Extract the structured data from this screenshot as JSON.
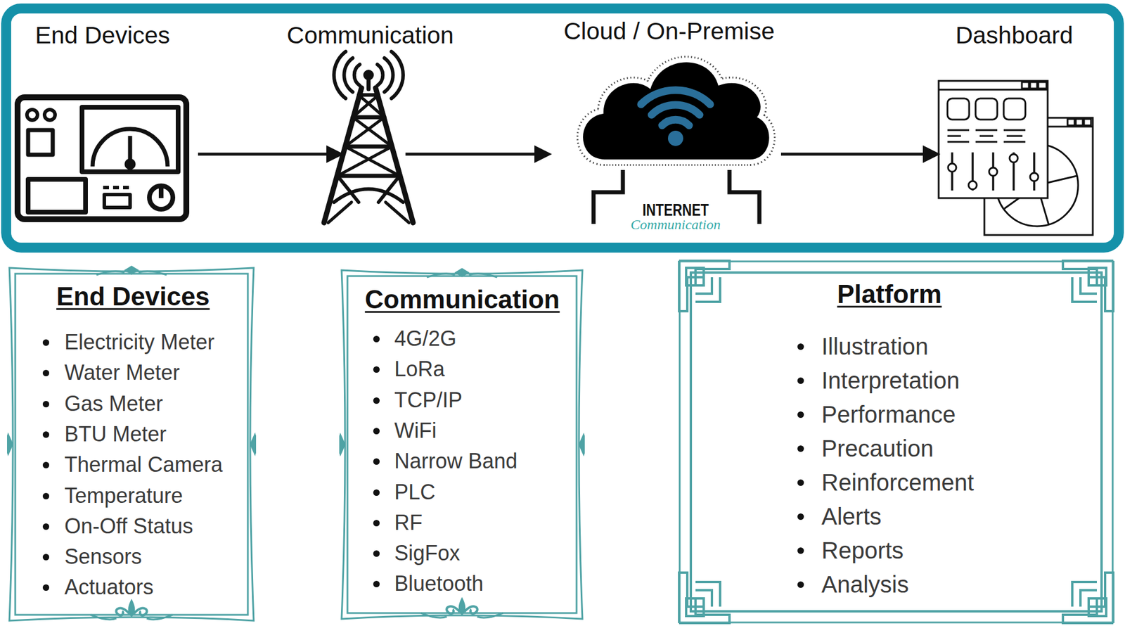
{
  "diagram": {
    "nodes": [
      {
        "text": [
          "End Devices"
        ]
      },
      {
        "text": [
          "Communication"
        ]
      },
      {
        "text": [
          "Cloud / On-Premise",
          "INTERNET",
          "Communication"
        ]
      },
      {
        "text": [
          "Dashboard"
        ]
      },
      {
        "text": [
          "End Devices",
          "Electricity Meter",
          "Water Meter",
          "Gas Meter",
          "BTU Meter",
          "Thermal Camera",
          "Temperature",
          "On-Off Status",
          "Sensors",
          "Actuators"
        ]
      },
      {
        "text": [
          "Communication",
          "4G/2G",
          "LoRa",
          "TCP/IP",
          "WiFi",
          "Narrow Band",
          "PLC",
          "RF",
          "SigFox",
          "Bluetooth"
        ]
      },
      {
        "text": [
          "Platform",
          "Illustration",
          "Interpretation",
          "Performance",
          "Precaution",
          "Reinforcement",
          "Alerts",
          "Reports",
          "Analysis"
        ]
      }
    ],
    "edges": [
      {
        "from": 0,
        "to": 1,
        "arrow": "to"
      },
      {
        "from": 1,
        "to": 2,
        "arrow": "to"
      },
      {
        "from": 2,
        "to": 3,
        "arrow": "to"
      }
    ]
  }
}
